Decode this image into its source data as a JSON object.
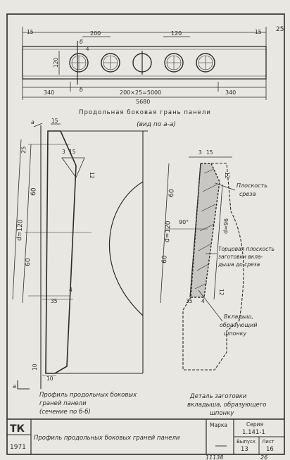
{
  "sheet": {
    "page_corner": "25",
    "stamp_series_word": "ТК",
    "stamp_year": "1971",
    "stamp_title": "Профиль продольных боковых граней панели",
    "col_marka": "Марка",
    "col_seria": "Серия",
    "seria_value": "1.141-1",
    "col_vypusk": "Выпуск",
    "col_list": "Лист",
    "vypusk_value": "13",
    "list_value": "16",
    "footer_left": "11138",
    "footer_right": "26"
  },
  "top_view": {
    "dim_left_margin": "15",
    "dim_right_margin": "15",
    "dim_hole_spacing_left": "200",
    "dim_hole_spacing_right": "120",
    "dim_height": "120",
    "section_mark_b_top": "б",
    "section_mark_b_bottom": "б",
    "dim_small_4": "4",
    "dim_end_left": "340",
    "dim_middle": "200×25=5000",
    "dim_end_right": "340",
    "dim_total": "5680",
    "caption_line1": "Продольная боковая грань панели",
    "caption_line2": "(вид по а-а)"
  },
  "profile": {
    "section_mark_a_top": "а",
    "section_mark_a_bottom": "а",
    "dim_top_15": "15",
    "dim_25": "25",
    "dim_3": "3",
    "dim_15b": "15",
    "dim_12": "12",
    "dim_60a": "60",
    "dim_d": "d=120",
    "dim_60b": "60",
    "dim_4": "4",
    "dim_35": "35",
    "dim_10a": "10",
    "dim_10b": "10",
    "caption": [
      "Профиль продольных боковых",
      "граней панели",
      "(сечение по б-б)"
    ]
  },
  "detail": {
    "dim_3": "3",
    "dim_15": "15",
    "dim_12a": "12",
    "dim_60a": "60",
    "dim_d": "d=120",
    "dim_angle": "90°",
    "dim_d96": "d=96",
    "dim_60b": "60",
    "dim_12b": "12",
    "dim_35": "35",
    "dim_4": "4",
    "label_cut_plane": [
      "Плоскость",
      "среза"
    ],
    "label_end_plane": [
      "Торцовая плоскость",
      "заготовки вкла-",
      "дыша до среза"
    ],
    "label_insert": [
      "Вкладыш,",
      "образующий",
      "шпонку"
    ],
    "caption": [
      "Деталь заготовки",
      "вкладыша, образующего",
      "шпонку"
    ]
  }
}
